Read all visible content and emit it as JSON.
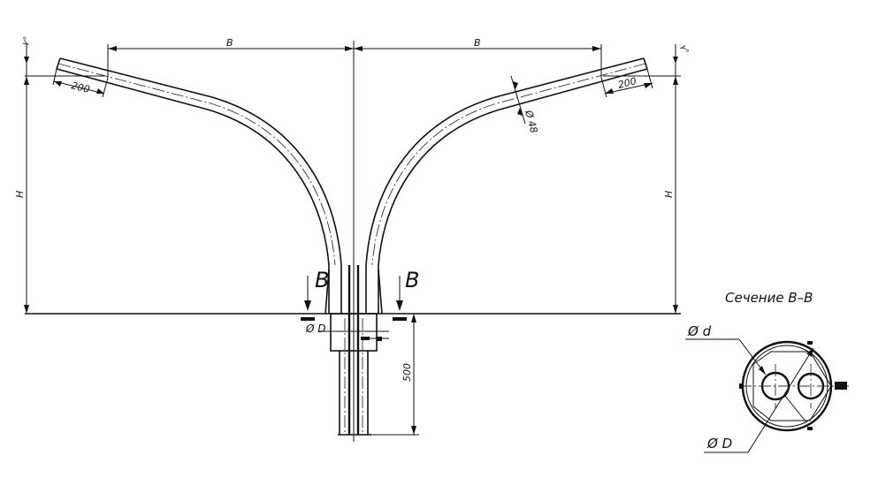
{
  "drawing": {
    "dim_span_left": "B",
    "dim_span_right": "B",
    "dim_height_left": "H",
    "dim_height_right": "H",
    "dim_tip_left": "200",
    "dim_tip_right": "200",
    "dim_pipe_diameter": "Ø 48",
    "angle_left": "γ°",
    "angle_right": "γ°",
    "section_mark_left": "B",
    "section_mark_right": "B",
    "dim_sleeve_diameter": "Ø D",
    "dim_embed_depth": "500",
    "section_title": "Сечение B–B",
    "section_small_diameter": "Ø d",
    "section_large_diameter": "Ø D"
  },
  "colors": {
    "line": "#111111",
    "background": "#ffffff"
  }
}
